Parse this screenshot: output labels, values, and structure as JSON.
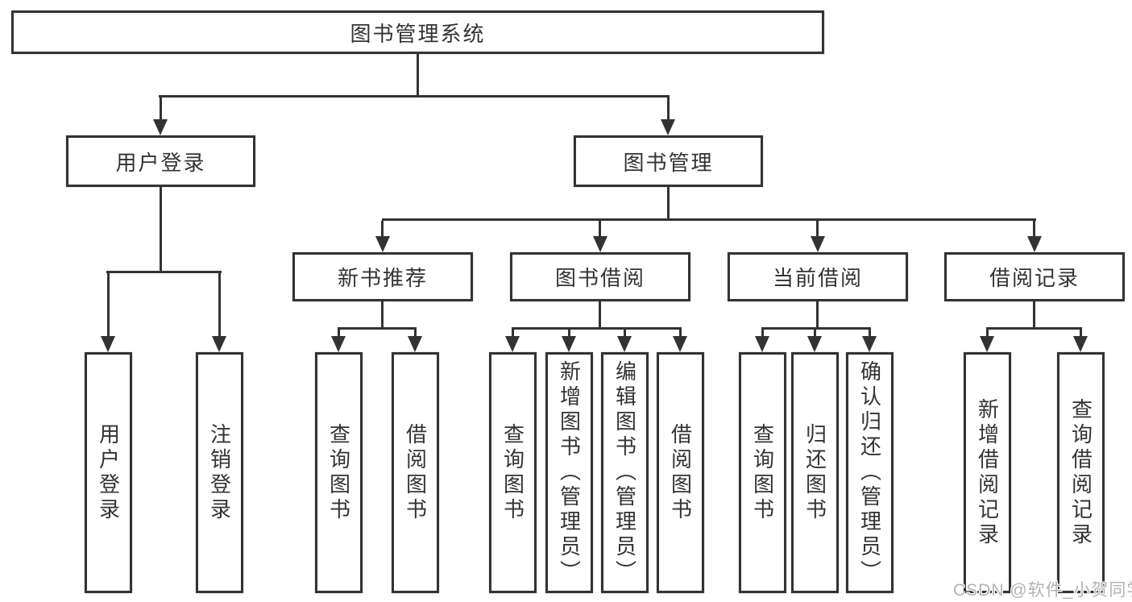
{
  "watermark": "CSDN @软件_小贺同学",
  "colors": {
    "line": "#333333",
    "text": "#333333",
    "watermark": "#b4b4b4",
    "background": "#ffffff"
  },
  "nodes": {
    "root": "图书管理系统",
    "user_login": "用户登录",
    "book_mgmt": "图书管理",
    "new_book": "新书推荐",
    "book_borrow": "图书借阅",
    "current_borrow": "当前借阅",
    "borrow_record": "借阅记录",
    "user_login_children": [
      "用户登录",
      "注销登录"
    ],
    "new_book_children": [
      "查询图书",
      "借阅图书"
    ],
    "book_borrow_children": [
      "查询图书",
      "新增图书（管理员）",
      "编辑图书（管理员）",
      "借阅图书"
    ],
    "current_borrow_children": [
      "查询图书",
      "归还图书",
      "确认归还（管理员）"
    ],
    "borrow_record_children": [
      "新增借阅记录",
      "查询借阅记录"
    ]
  }
}
